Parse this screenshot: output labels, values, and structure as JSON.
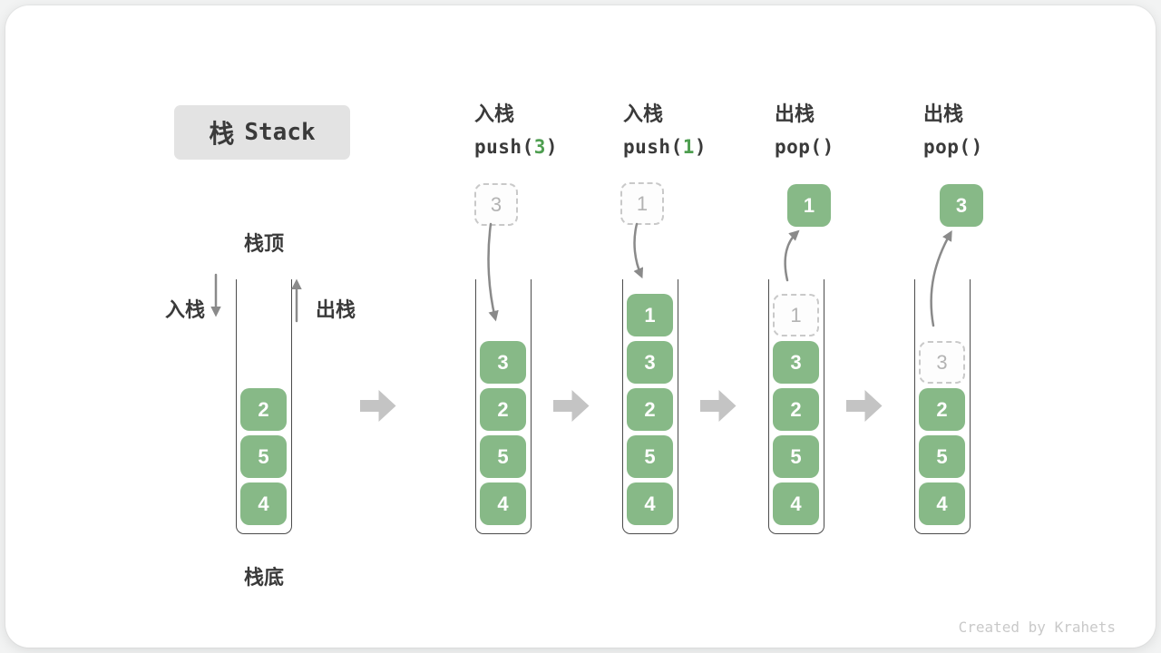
{
  "title": {
    "zh": "栈",
    "en": "Stack"
  },
  "labels": {
    "stack_top": "栈顶",
    "stack_bottom": "栈底",
    "push_side": "入栈",
    "pop_side": "出栈"
  },
  "operations": [
    {
      "verb": "入栈",
      "fn": "push(",
      "arg": "3",
      "close": ")"
    },
    {
      "verb": "入栈",
      "fn": "push(",
      "arg": "1",
      "close": ")"
    },
    {
      "verb": "出栈",
      "fn": "pop(",
      "arg": "",
      "close": ")"
    },
    {
      "verb": "出栈",
      "fn": "pop(",
      "arg": "",
      "close": ")"
    }
  ],
  "floats": [
    {
      "style": "dashed",
      "value": "3"
    },
    {
      "style": "dashed",
      "value": "1"
    },
    {
      "style": "solid",
      "value": "1"
    },
    {
      "style": "solid",
      "value": "3"
    }
  ],
  "stacks": {
    "s1": {
      "cells": [
        "2",
        "5",
        "4"
      ]
    },
    "s2": {
      "cells": [
        "3",
        "2",
        "5",
        "4"
      ]
    },
    "s3": {
      "cells": [
        "1",
        "3",
        "2",
        "5",
        "4"
      ]
    },
    "s4": {
      "ghost": "1",
      "cells": [
        "3",
        "2",
        "5",
        "4"
      ]
    },
    "s5": {
      "ghost": "3",
      "cells": [
        "2",
        "5",
        "4"
      ]
    }
  },
  "credit": "Created by Krahets",
  "colors": {
    "green": "#87b987",
    "green_dark": "#4e9e50",
    "ink": "#3a3a3a",
    "muted": "#b3b3b3",
    "dashed_border": "#c9c9c9",
    "arrow": "#8a8a8a",
    "block_arrow": "#c4c4c4",
    "title_bg": "#e3e3e3",
    "wall": "#4c4c4c",
    "credit": "#c9c9c9"
  }
}
